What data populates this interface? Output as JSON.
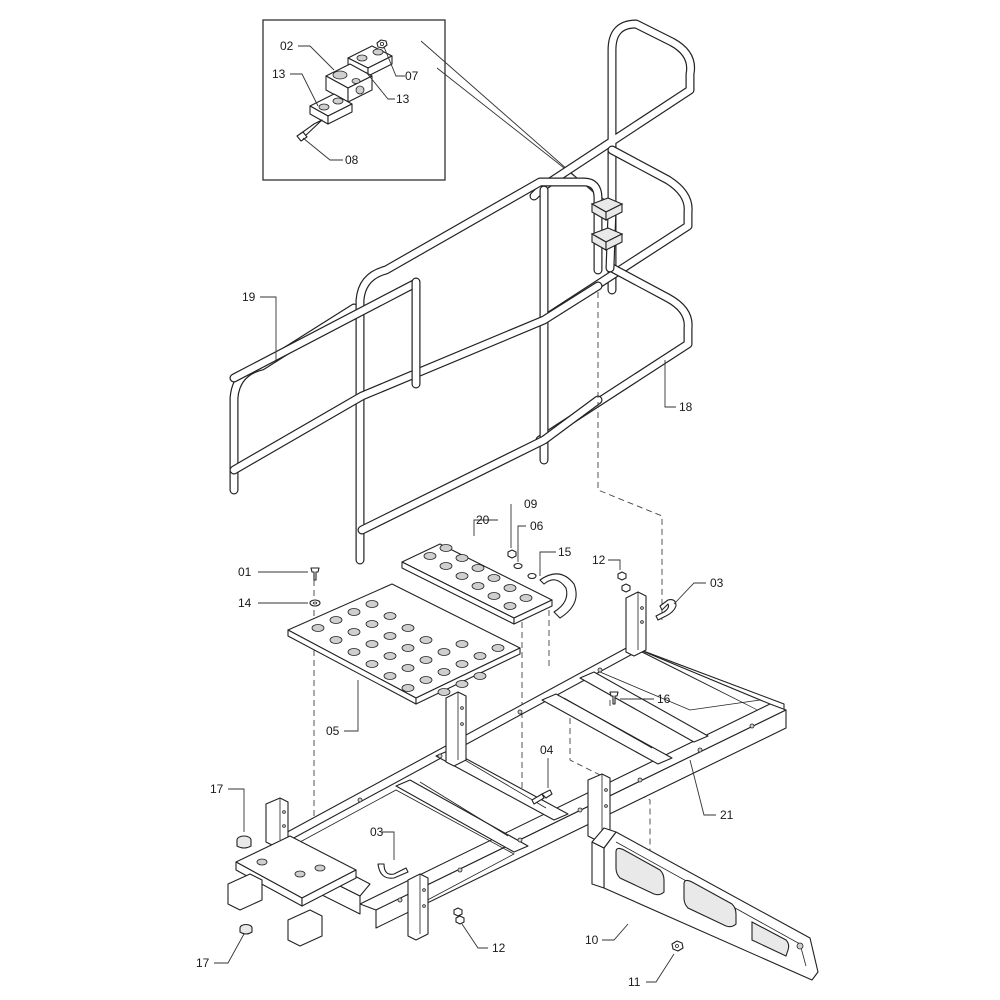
{
  "labels": {
    "l01": "01",
    "l02": "02",
    "l03a": "03",
    "l03b": "03",
    "l04": "04",
    "l05": "05",
    "l06": "06",
    "l07": "07",
    "l08": "08",
    "l09": "09",
    "l10": "10",
    "l11": "11",
    "l12a": "12",
    "l12b": "12",
    "l13a": "13",
    "l13b": "13",
    "l14": "14",
    "l15": "15",
    "l16": "16",
    "l17a": "17",
    "l17b": "17",
    "l18": "18",
    "l19": "19",
    "l20": "20",
    "l21": "21"
  }
}
